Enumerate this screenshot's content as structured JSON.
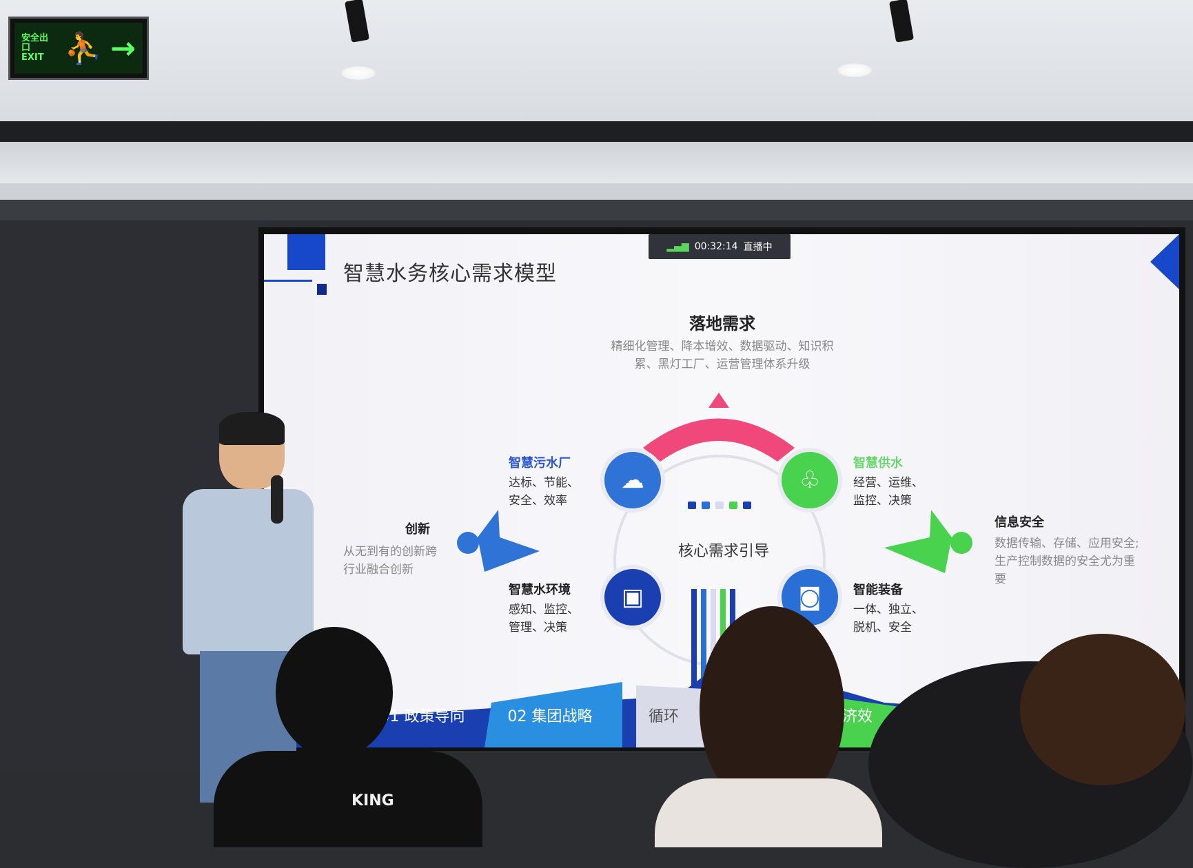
{
  "exit_sign": {
    "text_cn": "安全出口",
    "text_en": "EXIT",
    "arrow": "→"
  },
  "slide": {
    "title": "智慧水务核心需求模型",
    "live_badge": {
      "time": "00:32:14",
      "status": "直播中"
    },
    "top": {
      "title": "落地需求",
      "desc": "精细化管理、降本增效、数据驱动、知识积累、黑灯工厂、运营管理体系升级"
    },
    "center": "核心需求引导",
    "nodes": {
      "top_left": {
        "title": "智慧污水厂",
        "desc": "达标、节能、安全、效率"
      },
      "top_right": {
        "title": "智慧供水",
        "desc": "经营、运维、监控、决策"
      },
      "bottom_left": {
        "title": "智慧水环境",
        "desc": "感知、监控、管理、决策"
      },
      "bottom_right": {
        "title": "智能装备",
        "desc": "一体、独立、脱机、安全"
      }
    },
    "left": {
      "title": "创新",
      "desc": "从无到有的创新跨行业融合创新"
    },
    "right": {
      "title": "信息安全",
      "desc": "数据传输、存储、应用安全;生产控制数据的安全尤为重要"
    },
    "bottom_tabs": [
      "01 政策导向",
      "02 集团战略",
      "循环",
      "经济效"
    ]
  },
  "audience_shirt": "KING",
  "colors": {
    "blue": "#1748c9",
    "green": "#49d24e",
    "pink": "#f0487a",
    "sky": "#3aa5e8"
  },
  "icons": [
    "cloud-download-icon",
    "hand-drop-icon",
    "film-icon",
    "camera-icon",
    "signal-icon",
    "running-man-icon"
  ]
}
